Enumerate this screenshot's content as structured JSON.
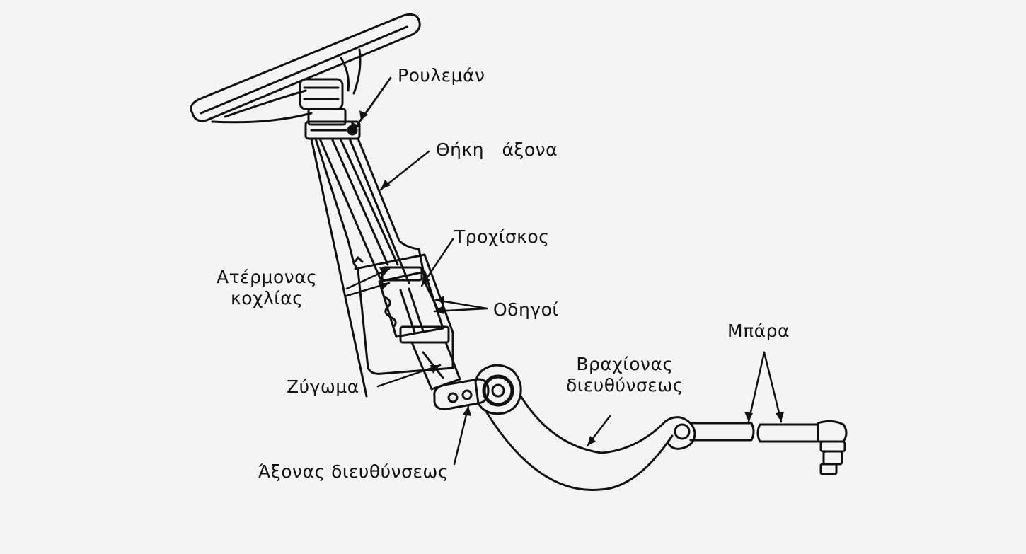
{
  "diagram": {
    "labels": {
      "bearing": "Ρουλεμάν",
      "shaft_housing": "Θήκη   άξονα",
      "roller": "Τροχίσκος",
      "worm_line1": "Ατέρμονας",
      "worm_line2": "κοχλίας",
      "guides": "Οδηγοί",
      "bar": "Μπάρα",
      "arm_line1": "Βραχίονας",
      "arm_line2": "διευθύνσεως",
      "yoke": "Ζύγωμα",
      "steering_shaft": "Άξονας διευθύνσεως"
    },
    "colors": {
      "ink": "#111111",
      "paper": "#f4f4f4"
    }
  }
}
